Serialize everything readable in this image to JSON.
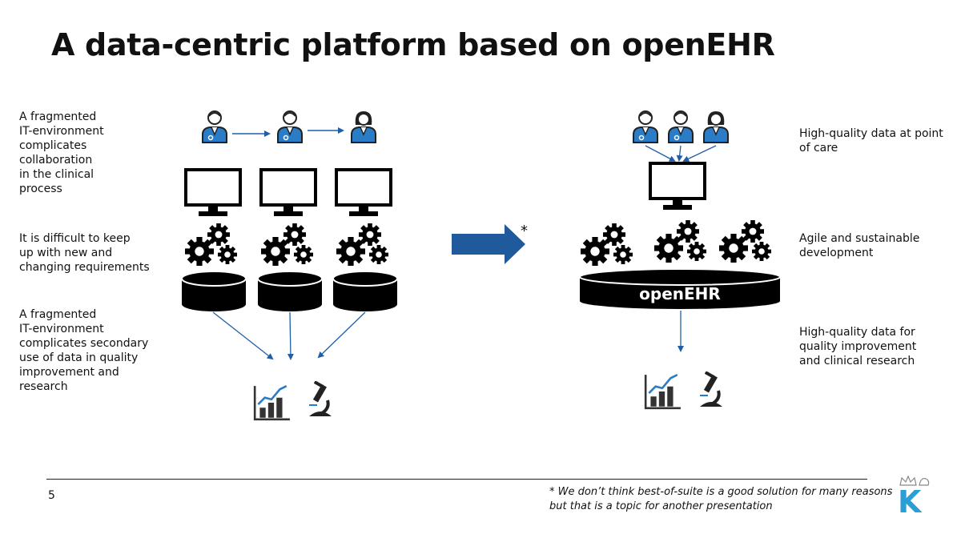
{
  "slide": {
    "title": "A data-centric platform based on openEHR",
    "page_number": "5",
    "footnote": [
      "* We don’t think best-of-suite is a good solution for many reasons",
      "but that is a topic for another presentation"
    ],
    "logo_letter": "K"
  },
  "left_notes": [
    [
      "A fragmented",
      "IT-environment",
      "complicates",
      "collaboration",
      "in the clinical",
      "process"
    ],
    [
      "It is difficult to keep",
      "up with new and",
      "changing requirements"
    ],
    [
      "A fragmented",
      "IT-environment",
      "complicates secondary",
      "use of data in quality",
      "improvement and",
      "research"
    ]
  ],
  "right_notes": [
    [
      "High-quality data at point",
      "of care"
    ],
    [
      "Agile and sustainable",
      "development"
    ],
    [
      "High-quality data for",
      "quality improvement",
      "and clinical research"
    ]
  ],
  "center": {
    "arrow_marker": "*"
  },
  "database_label": "openEHR",
  "colors": {
    "accent": "#1f5fa8",
    "arrow": "#1e5a9c",
    "icon_blue": "#2a7cc7",
    "logo": "#2a9fd6"
  },
  "icons": [
    "doctor-icon",
    "monitor-icon",
    "gears-icon",
    "database-icon",
    "bar-chart-icon",
    "microscope-icon",
    "arrow-right-icon"
  ]
}
